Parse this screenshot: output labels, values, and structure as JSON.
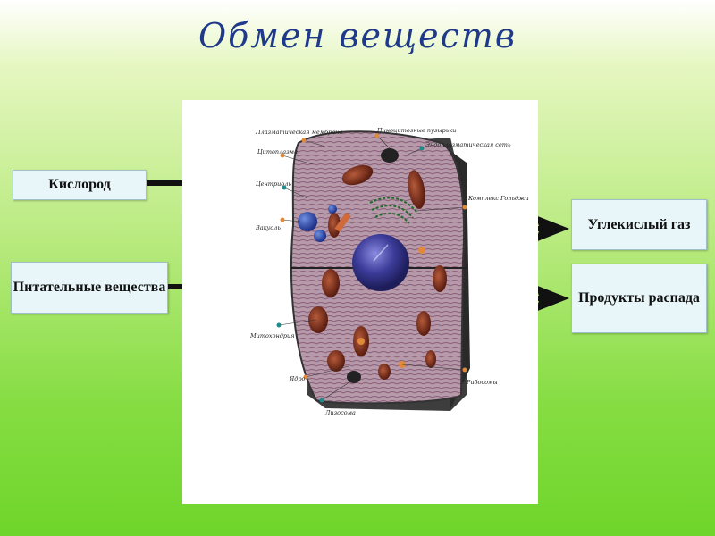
{
  "title": "Обмен веществ",
  "inputs": [
    {
      "label": "Кислород"
    },
    {
      "label": "Питательные вещества"
    }
  ],
  "outputs": [
    {
      "label": "Углекислый газ"
    },
    {
      "label": "Продукты распада"
    }
  ],
  "cell_labels": {
    "membrane": "Плазматическая мембрана",
    "vesicles": "Пиноцитозные пузырьки",
    "er": "Эндоплазматическая сеть",
    "cytoplasm": "Цитоплазма",
    "centriole": "Центриоль",
    "golgi": "Комплекс Гольджи",
    "vacuole": "Вакуоль",
    "mitochondria": "Митохондрия",
    "nucleus": "Ядро",
    "ribosomes": "Рибосомы",
    "lysosome": "Лизосома"
  },
  "colors": {
    "title": "#1f3a8a",
    "box_bg": "#e8f5f9",
    "arrow": "#111111"
  }
}
